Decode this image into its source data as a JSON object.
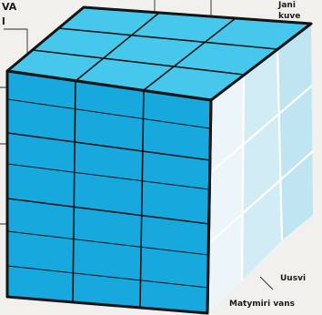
{
  "labels": {
    "top_left_line1": "VA",
    "top_left_line2": "l",
    "top_right_line1": "Jani",
    "top_right_line2": "kuve",
    "bottom_right_1": "Uusvi",
    "bottom_right_2": "Matymiri vans"
  },
  "colors": {
    "background": "#f1f0ec",
    "top_face": "#45c8ec",
    "front_face": "#17a9de",
    "right_face_light": "#ecf6fa",
    "right_face_mid": "#d2ecf5",
    "right_face_blue": "#bfe5f3",
    "edge": "#141414"
  }
}
